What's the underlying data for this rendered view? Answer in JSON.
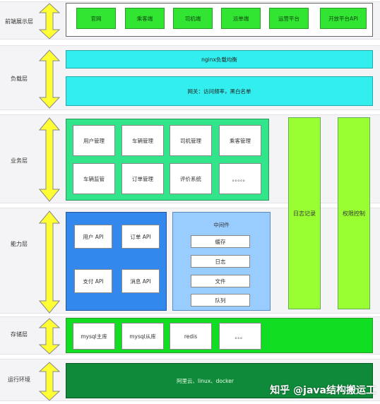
{
  "layers": [
    {
      "label": "前端展示层"
    },
    {
      "label": "负载层"
    },
    {
      "label": "业务层"
    },
    {
      "label": "能力层"
    },
    {
      "label": "存储层"
    },
    {
      "label": "运行环境"
    }
  ],
  "frontend": {
    "items": [
      "官网",
      "乘客端",
      "司机端",
      "派单端",
      "运营平台",
      "开放平台API"
    ]
  },
  "load": {
    "nginx": "nginx负载均衡",
    "gateway": "网关：访问频率，黑白名单"
  },
  "business": {
    "items": [
      "用户管理",
      "车辆管理",
      "司机管理",
      "乘客管理",
      "车辆监管",
      "订单管理",
      "评价系统",
      "。。。。。"
    ]
  },
  "ability": {
    "apis": [
      "用户 API",
      "订单 API",
      "支付 API",
      "消息 API"
    ],
    "middleware_title": "中间件",
    "middleware_items": [
      "缓存",
      "日志",
      "文件",
      "队列"
    ]
  },
  "side": {
    "log": "日志记录",
    "permission": "权限控制"
  },
  "storage": {
    "items": [
      "mysql主库",
      "mysql从库",
      "redis",
      "。。。"
    ]
  },
  "runtime": {
    "text": "阿里云、linux、docker"
  },
  "watermark": "知乎 @java结构搬运工",
  "colors": {
    "cyan": "#33eeee",
    "green_bright": "#33e533",
    "green_light": "#99ff33",
    "blue": "#3388ee",
    "blue_light": "#99ccff",
    "dark_green": "#0f8a3a"
  }
}
